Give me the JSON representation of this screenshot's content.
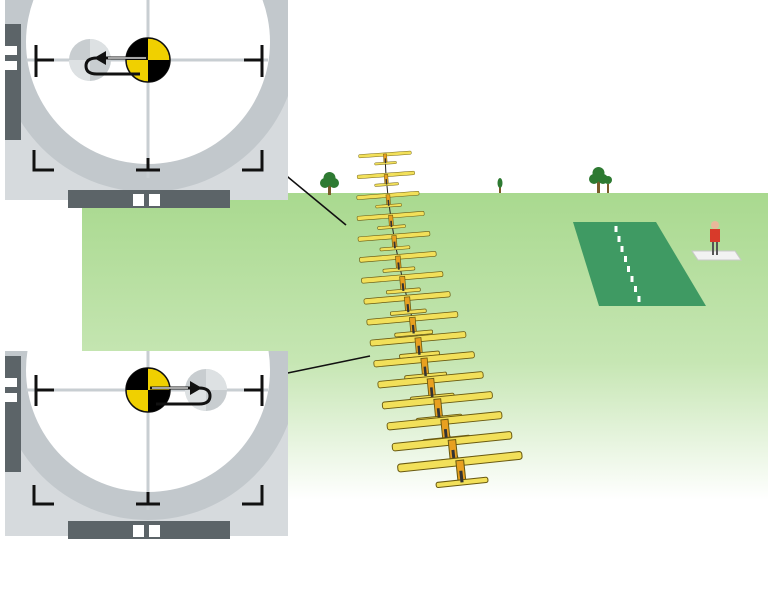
{
  "diagram": {
    "kind": "camera-view-and-flight-path",
    "colors": {
      "sky": "#ffffff",
      "grass": "#a8d890",
      "runway": "#3f9a63",
      "runway_marks": "#ffffff",
      "aircraft": "#f2e05a",
      "aircraft_outline": "#6a5a10",
      "viewfinder_body": "#d9dde0",
      "viewfinder_ring": "#c0c6ca",
      "viewfinder_dark": "#5c6468",
      "target_yellow": "#f0d000",
      "target_black": "#000000",
      "pilot_shirt": "#d83a2a"
    },
    "icons": [
      "viewfinder-top",
      "viewfinder-bottom",
      "target-marker",
      "tree-icon",
      "pilot-icon",
      "aircraft-icon",
      "runway"
    ],
    "aircraft_count": 16,
    "viewfinders": [
      {
        "id": "top",
        "target_side": "right",
        "arrow_direction": "left"
      },
      {
        "id": "bottom",
        "target_side": "left",
        "arrow_direction": "right"
      }
    ]
  }
}
